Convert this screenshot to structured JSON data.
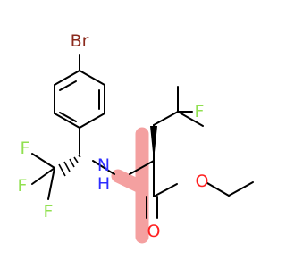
{
  "molecule": {
    "atoms": {
      "bromine": {
        "text": "Br",
        "color": "#8b2a1d"
      },
      "fluorine_cf": {
        "text": "F",
        "color": "#90e050"
      },
      "fluorine_cf3_top": {
        "text": "F",
        "color": "#90e050"
      },
      "fluorine_cf3_mid": {
        "text": "F",
        "color": "#90e050"
      },
      "fluorine_cf3_bottom": {
        "text": "F",
        "color": "#90e050"
      },
      "amine_nitrogen": {
        "text": "N",
        "color": "#2d2dff"
      },
      "amine_hydrogen": {
        "text": "H",
        "color": "#2d2dff"
      },
      "ester_oxygen": {
        "text": "O",
        "color": "#ff2020"
      },
      "carbonyl_oxygen": {
        "text": "O",
        "color": "#ff2020"
      }
    },
    "bond_color": "#000000",
    "stereo_highlight_color": "#f4a0a0"
  }
}
